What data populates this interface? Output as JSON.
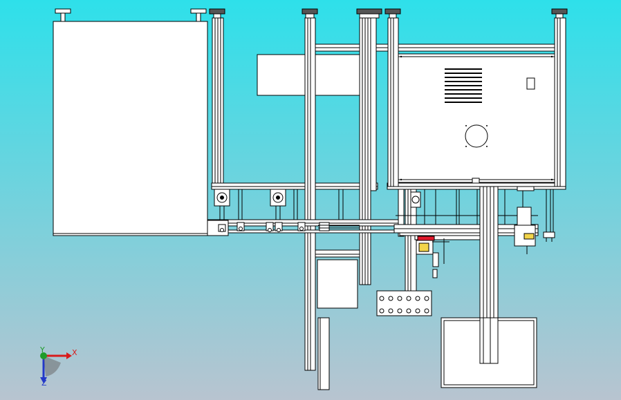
{
  "viewport": {
    "background_top": "#2ee0ea",
    "background_bottom": "#b5c3cf",
    "line_color": "#000000",
    "part_fill": "#ffffff",
    "accent_red": "#e0182b",
    "accent_yellow": "#f2d44a"
  },
  "triad": {
    "x_label": "X",
    "y_label": "Y",
    "z_label": "Z",
    "x_color": "#d81b1b",
    "y_color": "#1f9c2a",
    "z_color": "#2338c8"
  }
}
